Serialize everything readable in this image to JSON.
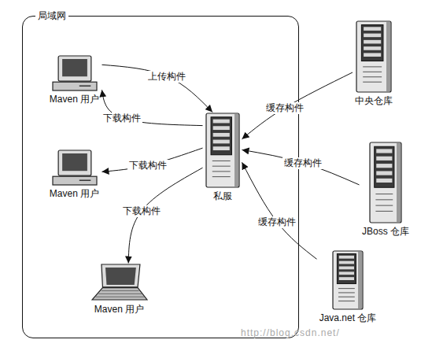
{
  "diagram": {
    "nodes": [
      {
        "text": [
          "局域网"
        ]
      },
      {
        "text": [
          "Maven 用户"
        ],
        "in": 0
      },
      {
        "text": [
          "私服"
        ],
        "in": 0
      },
      {
        "text": [
          "Maven 用户"
        ],
        "in": 0
      },
      {
        "text": [
          "Maven 用户"
        ],
        "in": 0
      },
      {
        "text": [
          "中央仓库"
        ]
      },
      {
        "text": [
          "JBoss 仓库"
        ]
      },
      {
        "text": [
          "Java.net 仓库"
        ]
      }
    ],
    "edges": [
      {
        "from": 1,
        "to": 2,
        "label": "上传构件",
        "arrow": "to"
      },
      {
        "from": 2,
        "to": 1,
        "label": "下载构件",
        "arrow": "to"
      },
      {
        "from": 2,
        "to": 3,
        "label": "下载构件",
        "arrow": "to"
      },
      {
        "from": 2,
        "to": 4,
        "label": "下载构件",
        "arrow": "to"
      },
      {
        "from": 5,
        "to": 2,
        "label": "缓存构件",
        "arrow": "to"
      },
      {
        "from": 6,
        "to": 2,
        "label": "缓存构件",
        "arrow": "to"
      },
      {
        "from": 7,
        "to": 2,
        "label": "缓存构件",
        "arrow": "to"
      }
    ],
    "labels": [
      "http://blog.csdn.net/"
    ]
  }
}
